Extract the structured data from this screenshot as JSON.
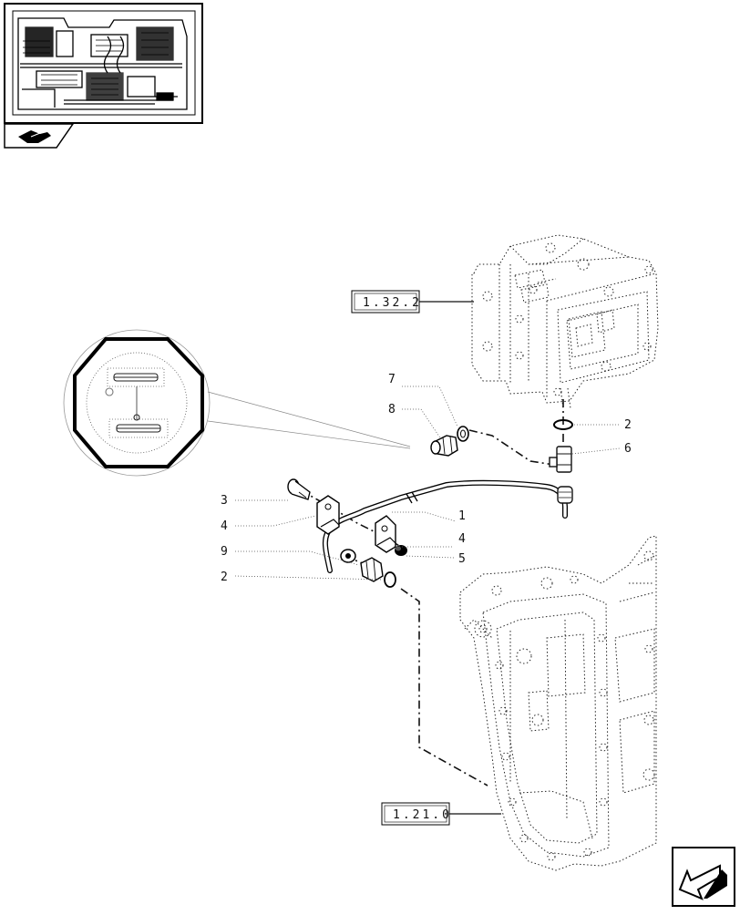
{
  "reference_boxes": {
    "upper_housing": "1.32.2",
    "lower_housing": "1.21.0"
  },
  "callouts": {
    "c1": "1",
    "c2a": "2",
    "c2b": "2",
    "c3": "3",
    "c4a": "4",
    "c4b": "4",
    "c5": "5",
    "c6": "6",
    "c7": "7",
    "c8": "8",
    "c9": "9"
  },
  "icons": {
    "thumbnail": "assembly-thumbnail",
    "book": "section-book-icon",
    "nav": "next-page-arrow-icon"
  }
}
